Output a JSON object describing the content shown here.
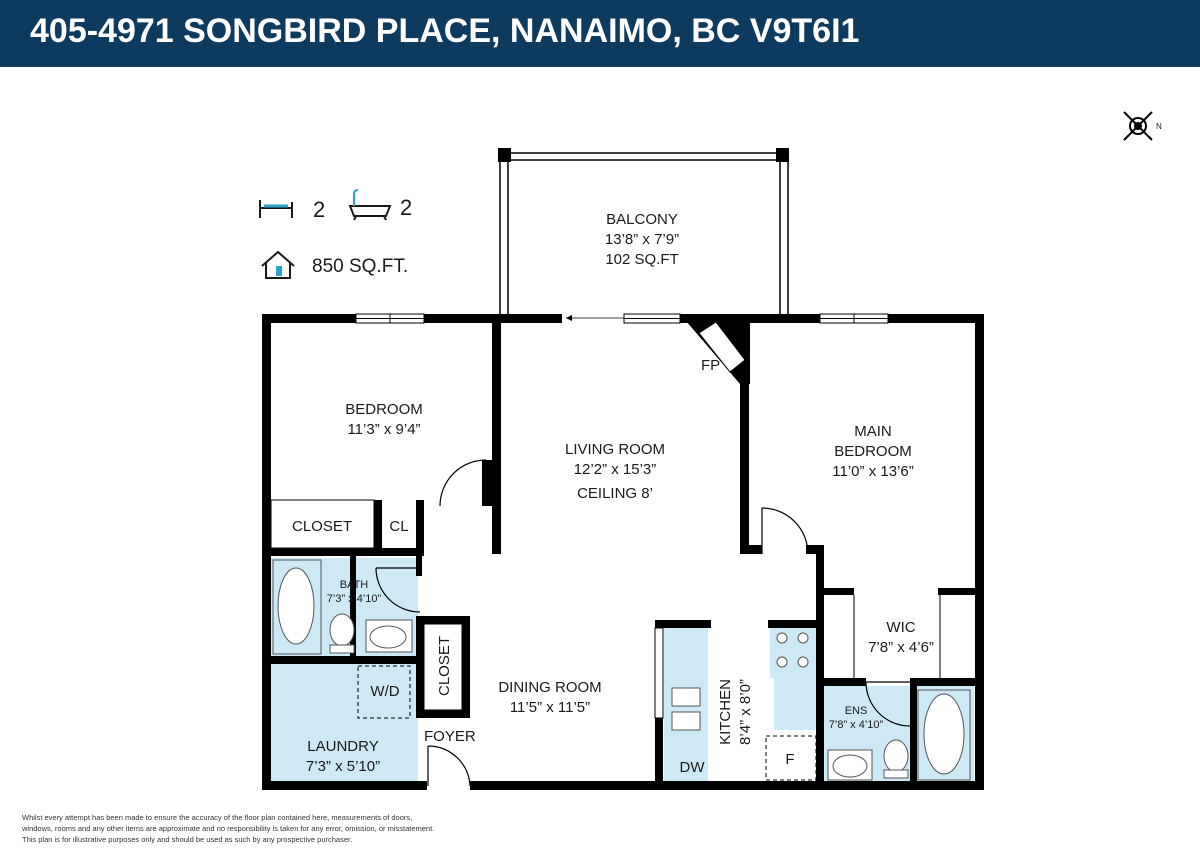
{
  "header": {
    "title": "405-4971 SONGBIRD PLACE, NANAIMO, BC V9T6I1"
  },
  "stats": {
    "bedrooms": "2",
    "bathrooms": "2",
    "area": "850 SQ.FT."
  },
  "colors": {
    "header_bg": "#0d3a5f",
    "wall": "#000000",
    "wet_area": "#cce9f5",
    "accent": "#2aa1c9"
  },
  "compass": {
    "label": "N"
  },
  "rooms": {
    "balcony": {
      "name": "BALCONY",
      "dims": "13’8” x 7’9”",
      "area": "102 SQ.FT"
    },
    "bedroom": {
      "name": "BEDROOM",
      "dims": "11’3” x 9’4”"
    },
    "living": {
      "name": "LIVING ROOM",
      "dims": "12’2” x 15’3”",
      "ceiling": "CEILING 8’"
    },
    "main_bedroom": {
      "name1": "MAIN",
      "name2": "BEDROOM",
      "dims": "11’0” x 13’6”"
    },
    "closet": {
      "name": "CLOSET"
    },
    "cl": {
      "name": "CL"
    },
    "bath": {
      "name": "BATH",
      "dims": "7’3” x 4’10”"
    },
    "wd": {
      "name": "W/D"
    },
    "closet2": {
      "name": "CLOSET"
    },
    "laundry": {
      "name": "LAUNDRY",
      "dims": "7’3” x 5’10”"
    },
    "dining": {
      "name": "DINING ROOM",
      "dims": "11’5” x 11’5”"
    },
    "foyer": {
      "name": "FOYER"
    },
    "kitchen": {
      "name": "KITCHEN",
      "dims": "8’4” x 8’0”"
    },
    "dw": {
      "name": "DW"
    },
    "fridge": {
      "name": "F"
    },
    "wic": {
      "name": "WIC",
      "dims": "7’8” x 4’6”"
    },
    "ens": {
      "name": "ENS",
      "dims": "7’8” x 4’10”"
    },
    "fp": {
      "name": "FP"
    }
  },
  "disclaimer": {
    "line1": "Whilst every attempt has been made to ensure the accuracy of the floor plan contained here, measurements of doors,",
    "line2": "windows, rooms and any other items are approximate and no responsibility is taken for any error, omission, or misstatement.",
    "line3": "This plan is for illustrative purposes only and should be used as such by any prospective purchaser."
  }
}
